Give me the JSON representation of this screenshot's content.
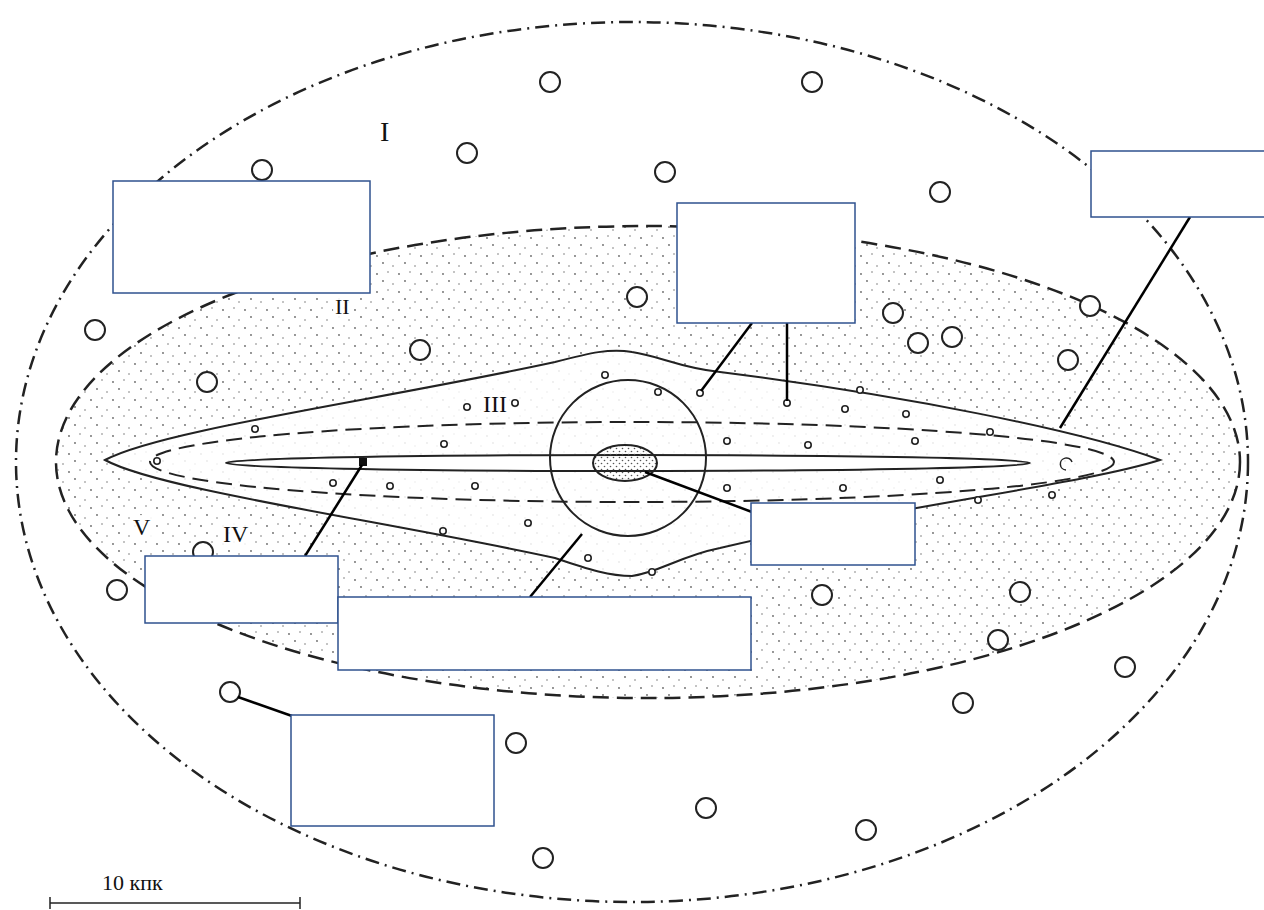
{
  "diagram": {
    "labels": [
      "I",
      "II",
      "III",
      "IV",
      "V",
      "10 кпк"
    ]
  }
}
